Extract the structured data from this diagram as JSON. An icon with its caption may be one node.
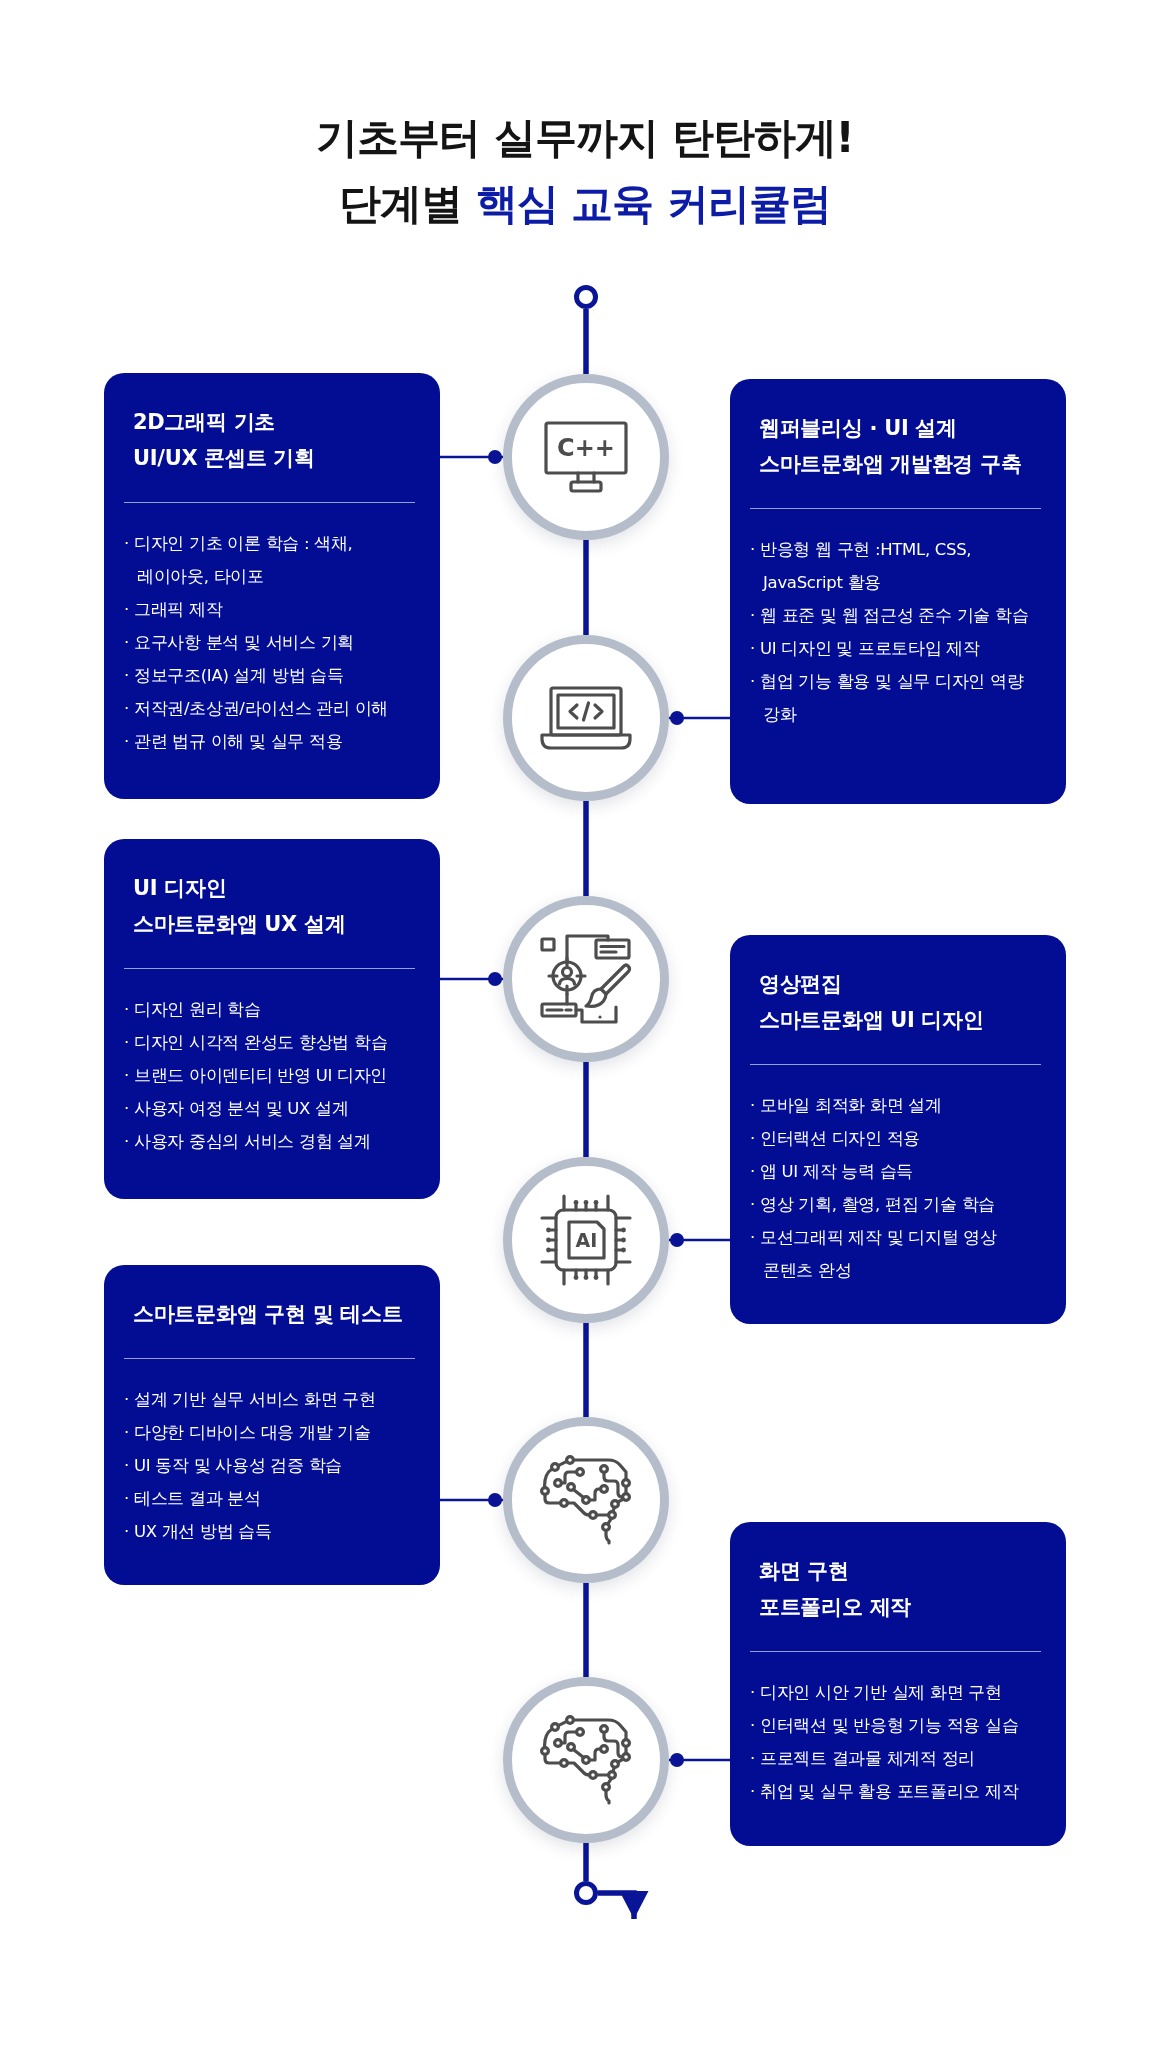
{
  "diagram": {
    "title": "기초부터 실무까지 탄탄하게! 단계별 **핵심 교육 커리큘럼**",
    "nodes": [
      {
        "text": [],
        "shape": "circle"
      },
      {
        "text": [
          "C++"
        ]
      },
      {
        "text": [
          "2D그래픽 기초",
          "UI/UX 콘셉트 기획",
          "· 디자인 기초 이론 학습 : 색채, 레이아웃, 타이포",
          "· 그래픽 제작",
          "· 요구사항 분석 및 서비스 기획",
          "· 정보구조(IA) 설계 방법 습득",
          "· 저작권/초상권/라이선스 관리 이해",
          "· 관련 법규 이해 및 실무 적용"
        ]
      },
      {
        "text": [],
        "shape": "circle"
      },
      {
        "text": [
          "웹퍼블리싱 · UI 설계",
          "스마트문화앱 개발환경 구축",
          "· 반응형 웹 구현 :HTML, CSS, JavaScript 활용",
          "· 웹 표준 및 웹 접근성 준수 기술 학습",
          "· UI 디자인 및 프로토타입 제작",
          "· 협업 기능 활용 및 실무 디자인 역량 강화"
        ]
      },
      {
        "text": [],
        "shape": "circle"
      },
      {
        "text": [
          "UI 디자인",
          "스마트문화앱 UX 설계",
          "· 디자인 원리 학습",
          "· 디자인 시각적 완성도 향상법 학습",
          "· 브랜드 아이덴티티 반영 UI 디자인",
          "· 사용자 여정 분석 및 UX 설계",
          "· 사용자 중심의 서비스 경험 설계"
        ]
      },
      {
        "text": [
          "AI"
        ]
      },
      {
        "text": [
          "영상편집",
          "스마트문화앱 UI 디자인",
          "· 모바일 최적화 화면 설계",
          "· 인터랙션 디자인 적용",
          "· 앱 UI 제작 능력 습득",
          "· 영상 기획, 촬영, 편집 기술 학습",
          "· 모션그래픽 제작 및 디지털 영상 콘텐츠 완성"
        ]
      },
      {
        "text": [],
        "shape": "circle"
      },
      {
        "text": [
          "스마트문화앱 구현 및 테스트",
          "· 설계 기반 실무 서비스 화면 구현",
          "· 다양한 디바이스 대응 개발 기술",
          "· UI 동작 및 사용성 검증 학습",
          "· 테스트 결과 분석",
          "· UX 개선 방법 습득"
        ]
      },
      {
        "text": [],
        "shape": "circle"
      },
      {
        "text": [
          "화면 구현",
          "포트폴리오 제작",
          "· 디자인 시안 기반 실제 화면 구현",
          "· 인터랙션 및 반응형 기능 적용 실습",
          "· 프로젝트 결과물 체계적 정리",
          "· 취업 및 실무 활용 포트폴리오 제작"
        ]
      },
      {
        "text": [],
        "shape": "circle"
      }
    ],
    "edges": [
      {
        "from": 0,
        "to": 1,
        "arrow": "none"
      },
      {
        "from": 1,
        "to": 3,
        "arrow": "none"
      },
      {
        "from": 3,
        "to": 5,
        "arrow": "none"
      },
      {
        "from": 5,
        "to": 7,
        "arrow": "none"
      },
      {
        "from": 7,
        "to": 9,
        "arrow": "none"
      },
      {
        "from": 9,
        "to": 11,
        "arrow": "none"
      },
      {
        "from": 11,
        "to": 13,
        "arrow": "none"
      },
      {
        "from": 2,
        "to": 1,
        "arrow": "other"
      },
      {
        "from": 4,
        "to": 3,
        "arrow": "other"
      },
      {
        "from": 6,
        "to": 5,
        "arrow": "other"
      },
      {
        "from": 8,
        "to": 7,
        "arrow": "other"
      },
      {
        "from": 10,
        "to": 9,
        "arrow": "other"
      },
      {
        "from": 12,
        "to": 11,
        "arrow": "other"
      },
      {
        "from": 13,
        "to": null,
        "arrow": "to"
      }
    ]
  }
}
